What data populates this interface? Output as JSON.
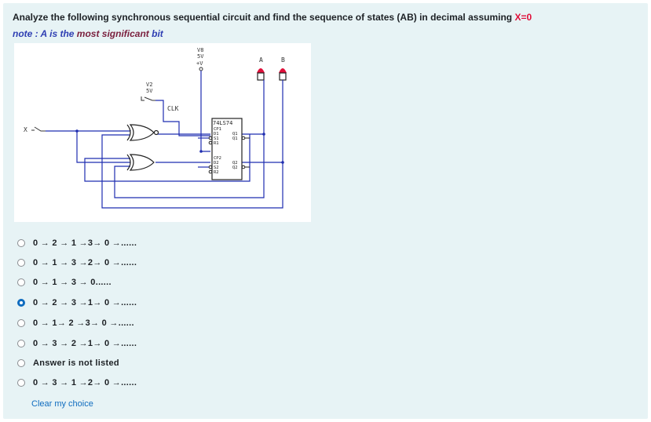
{
  "question": {
    "text_before": "Analyze the following synchronous sequential circuit and find the sequence of states (AB)  in decimal assuming ",
    "condition": "X=0"
  },
  "note": {
    "prefix": "note : A is the ",
    "emphasis": "most significant",
    "suffix": " bit"
  },
  "circuit": {
    "v8_label": "V8",
    "v8_volts": "5V",
    "v8_plus": "+V",
    "v2_label": "V2",
    "v2_volts": "5V",
    "clk_label": "CLK",
    "x_label": "X",
    "a_label": "A",
    "b_label": "B",
    "chip_label": "74LS74",
    "pins_left": [
      "CP1",
      "D1",
      "S1",
      "R1",
      "CP2",
      "D2",
      "S2",
      "R2"
    ],
    "pins_right": [
      "Q1",
      "Q1",
      "Q2",
      "Q2"
    ]
  },
  "options": [
    {
      "label": "0 → 2 → 1 →3→ 0 →......",
      "checked": false
    },
    {
      "label": "0 → 1 → 3 →2→ 0 →......",
      "checked": false
    },
    {
      "label": "0 → 1 → 3 → 0......",
      "checked": false
    },
    {
      "label": "0 → 2 → 3 →1→ 0 →......",
      "checked": true
    },
    {
      "label": "0 → 1→ 2 →3→ 0 →......",
      "checked": false
    },
    {
      "label": "0 → 3 → 2 →1→ 0 →......",
      "checked": false
    },
    {
      "label": "Answer is not listed",
      "checked": false
    },
    {
      "label": "0 → 3 → 1 →2→ 0 →......",
      "checked": false
    }
  ],
  "clear_label": "Clear my choice",
  "colors": {
    "panel": "#e7f3f5",
    "wire": "#1f2db0",
    "accent_red": "#e0103a",
    "link": "#0f6cbf"
  }
}
